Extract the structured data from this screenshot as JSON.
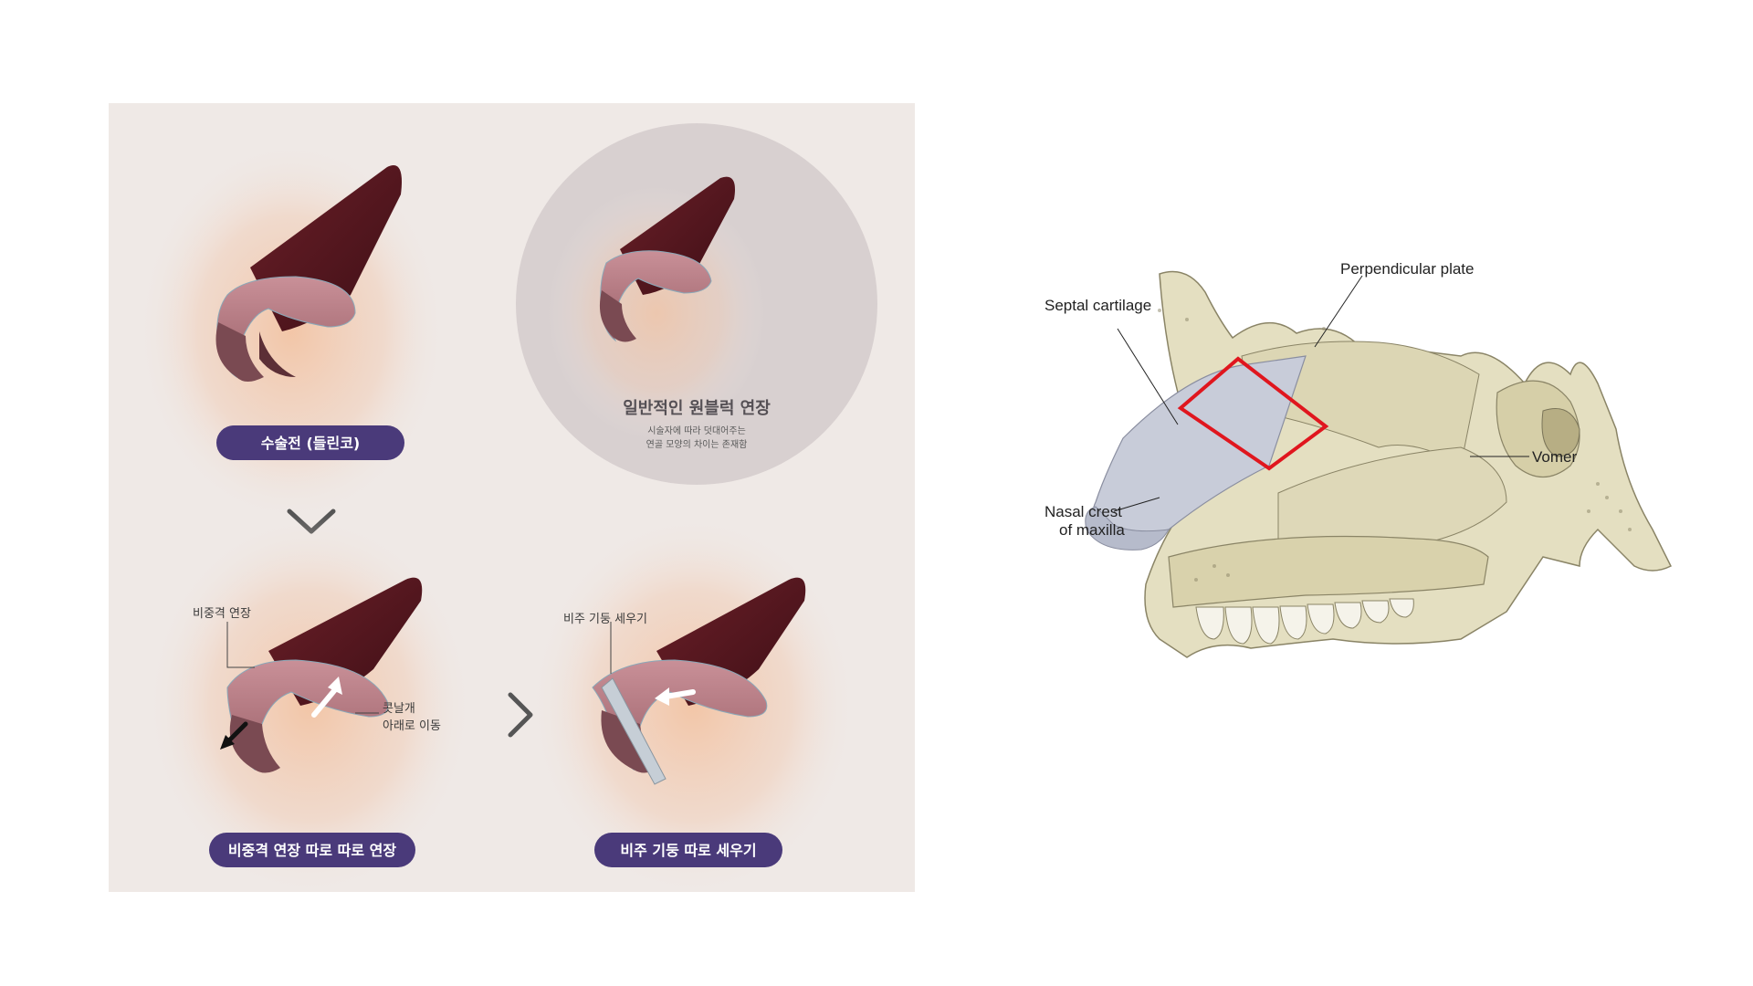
{
  "left_panel": {
    "preop_label": "수술전 (들린코)",
    "circle_title": "일반적인 원블럭 연장",
    "circle_note_line1": "시술자에 따라 덧대어주는",
    "circle_note_line2": "연골 모양의 차이는 존재함",
    "septum_extension_label": "비중격 연장",
    "alar_move_line1": "콧날개",
    "alar_move_line2": "아래로 이동",
    "columella_strut_label": "비주 기둥 세우기",
    "septum_separate_label": "비중격 연장 따로 따로 연장",
    "columella_separate_label": "비주 기둥 따로 세우기"
  },
  "right_panel": {
    "perpendicular_plate": "Perpendicular plate",
    "septal_cartilage": "Septal cartilage",
    "vomer": "Vomer",
    "nasal_crest_line1": "Nasal crest",
    "nasal_crest_line2": "of maxilla"
  },
  "colors": {
    "pill": "#4a3a7a",
    "panel_bg": "#efe9e6",
    "cartilage_dark": "#5a1820",
    "cartilage_pink": "#b87e86",
    "skin": "#f1c5a8",
    "bone": "#e4dfc1",
    "septal_cartilage": "#c8ccd9",
    "highlight_box": "#e0161e"
  },
  "icons": [
    "chevron-down-icon",
    "chevron-right-icon",
    "arrow-icon"
  ]
}
